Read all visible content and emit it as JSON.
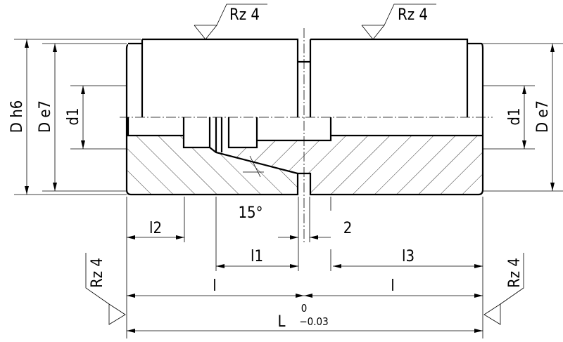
{
  "title": "Coupling sleeve section drawing",
  "surface_finish": {
    "top_left": "Rz 4",
    "top_right": "Rz 4",
    "end_left": "Rz 4",
    "end_right": "Rz 4"
  },
  "diameters": {
    "outer_left": "D h6",
    "fit_left": "D e7",
    "bore_left": "d1",
    "bore_right": "d1",
    "fit_right": "D e7"
  },
  "angle": "15°",
  "lengths": {
    "l2": "l2",
    "gap": "2",
    "l1": "l1",
    "l3": "l3",
    "l_left": "l",
    "l_right": "l",
    "total": "L",
    "total_upper_tol": "0",
    "total_lower_tol": "−0.03"
  }
}
